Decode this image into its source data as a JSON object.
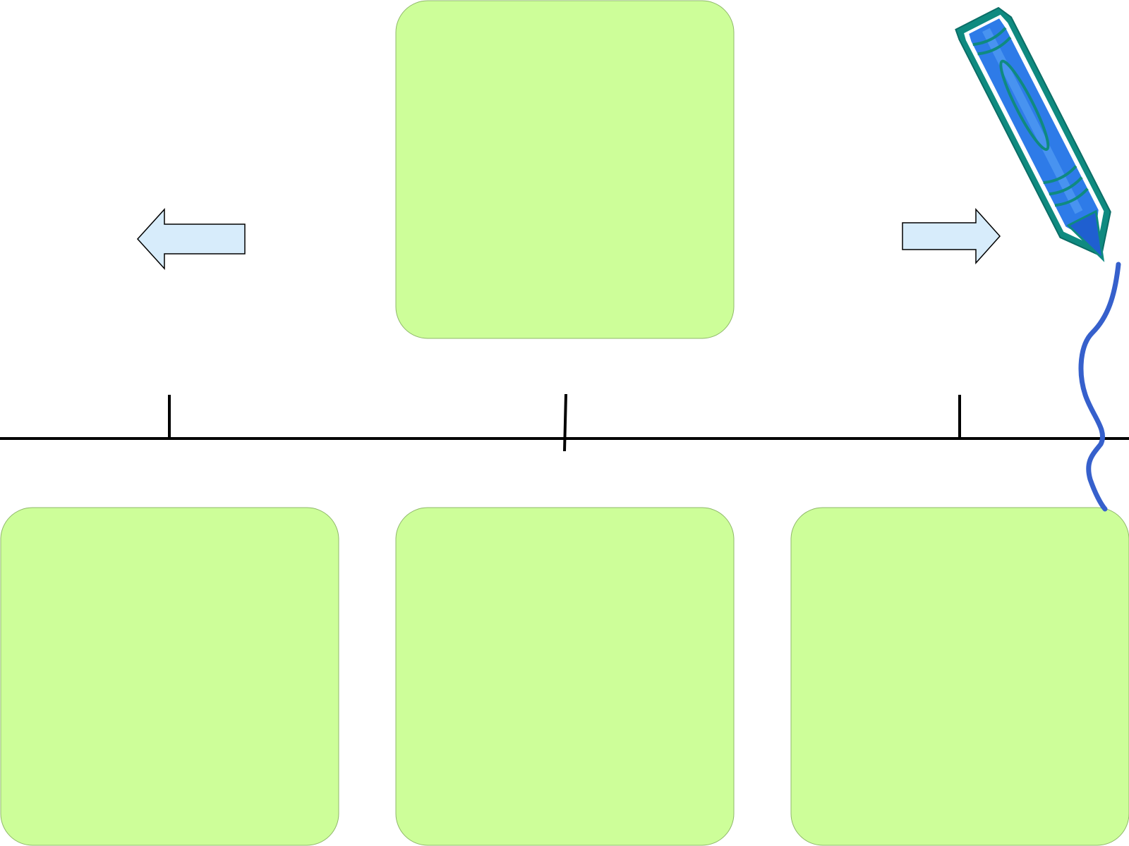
{
  "diagram": {
    "type": "timeline-graphic-organizer",
    "boxes": [
      {
        "id": "box-top-center",
        "text": ""
      },
      {
        "id": "box-bottom-left",
        "text": ""
      },
      {
        "id": "box-bottom-center",
        "text": ""
      },
      {
        "id": "box-bottom-right",
        "text": ""
      }
    ],
    "arrows": [
      {
        "id": "left-arrow",
        "direction": "left"
      },
      {
        "id": "right-arrow",
        "direction": "right"
      }
    ],
    "timeline": {
      "tick_count": 3
    },
    "icons": [
      {
        "name": "crayon-icon"
      }
    ],
    "colors": {
      "box_fill": "#cdfe99",
      "box_stroke": "#8fb86a",
      "arrow_fill": "#d7ecfb",
      "arrow_stroke": "#000000",
      "timeline": "#000000",
      "crayon_body": "#2e7be8",
      "crayon_outline": "#0f8a80",
      "scribble": "#3660cc"
    }
  }
}
